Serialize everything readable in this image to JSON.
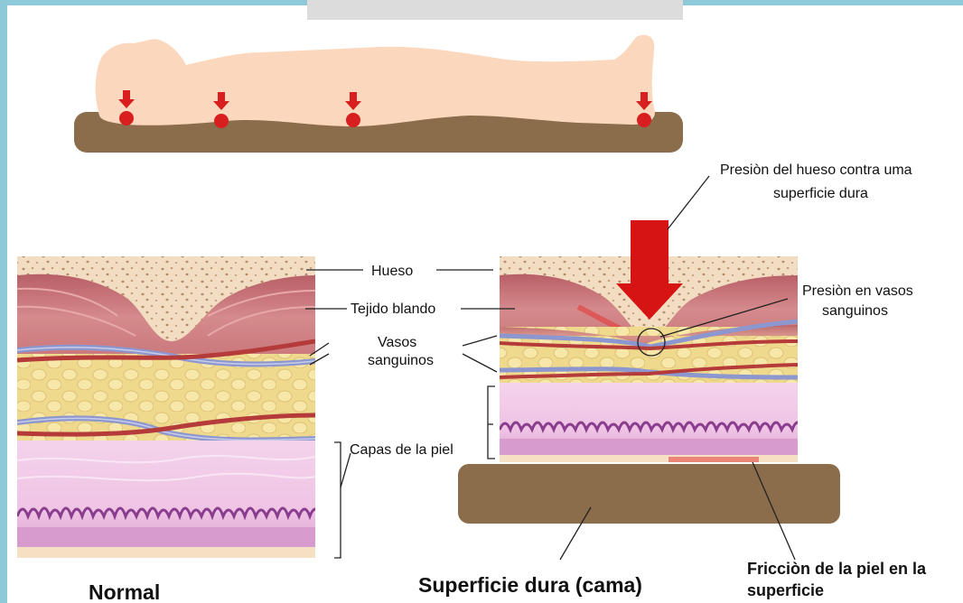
{
  "labels": {
    "hueso": "Hueso",
    "tejido": "Tejido blando",
    "vasos_1": "Vasos",
    "vasos_2": "sanguinos",
    "capas": "Capas de la piel",
    "presion_hueso_1": "Presiòn del hueso contra uma",
    "presion_hueso_2": "superficie dura",
    "presion_vasos_1": "Presiòn en vasos",
    "presion_vasos_2": "sanguinos",
    "normal": "Normal",
    "superficie": "Superficie dura (cama)",
    "friccion_1": "Fricciòn de la piel en la",
    "friccion_2": "superficie"
  },
  "colors": {
    "page_border": "#8ec9d9",
    "body": "#fbd8bd",
    "mattress": "#8b6d4c",
    "pressure": "#d81e1e",
    "bone": "#f2dcc2",
    "muscle": "#c9767a",
    "fat": "#efd98c",
    "skin": "#f1c6e6",
    "vessel_blue": "#8d97cf",
    "vessel_red": "#b53a3a"
  }
}
